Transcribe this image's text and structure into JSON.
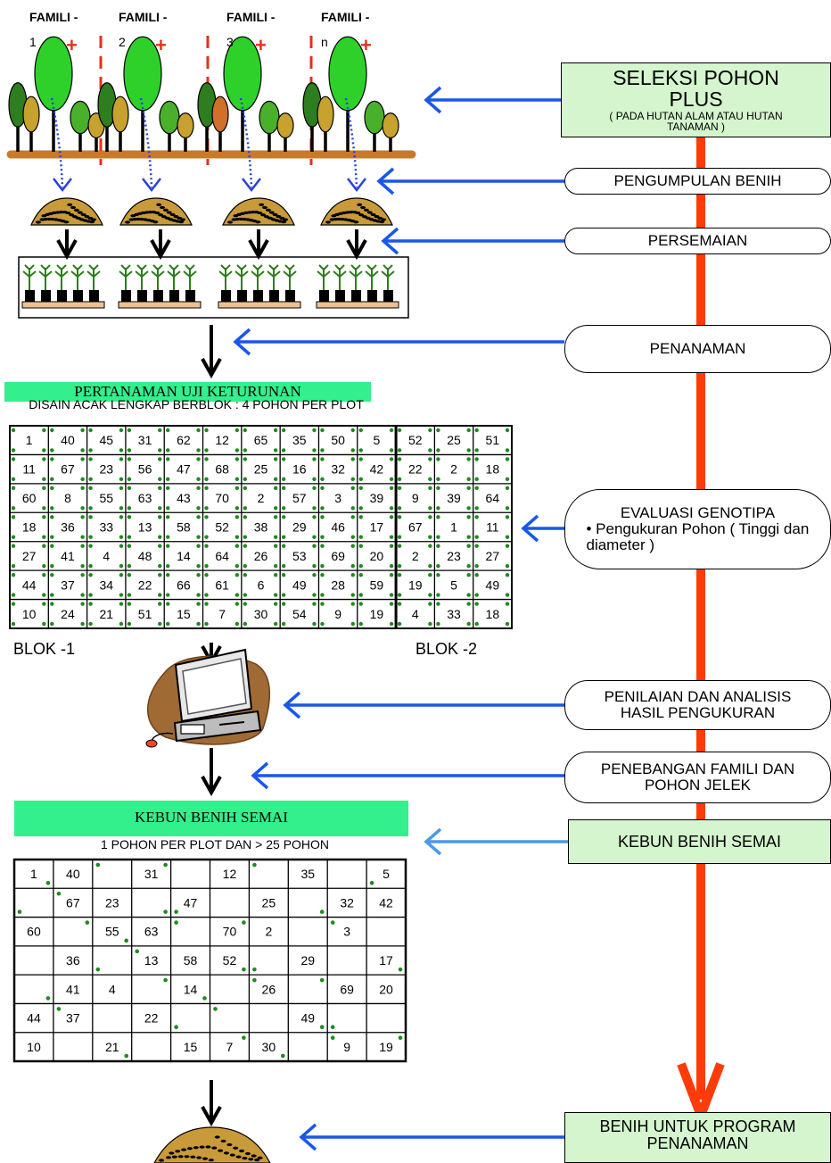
{
  "families": [
    {
      "label": "FAMILI -",
      "num": "1"
    },
    {
      "label": "FAMILI -",
      "num": "2"
    },
    {
      "label": "FAMILI -",
      "num": "3"
    },
    {
      "label": "FAMILI -",
      "num": "n"
    }
  ],
  "steps": {
    "seleksi": {
      "title": "SELEKSI POHON PLUS",
      "sub": "( PADA HUTAN ALAM ATAU HUTAN TANAMAN )"
    },
    "pengumpulan": "PENGUMPULAN BENIH",
    "persemaian": "PERSEMAIAN",
    "penanaman": "PENANAMAN",
    "evaluasi": {
      "title": "EVALUASI GENOTIPA",
      "item": "• Pengukuran Pohon ( Tinggi dan diameter )"
    },
    "penilaian": "PENILAIAN DAN ANALISIS HASIL PENGUKURAN",
    "penebangan": "PENEBANGAN FAMILI DAN POHON JELEK",
    "kebun": "KEBUN BENIH SEMAI",
    "benih": "BENIH UNTUK PROGRAM PENANAMAN"
  },
  "trial": {
    "title": "PERTANAMAN UJI KETURUNAN",
    "subtitle": "DISAIN ACAK LENGKAP BERBLOK : 4 POHON PER PLOT",
    "block1_label": "BLOK -1",
    "block2_label": "BLOK -2",
    "grid": [
      [
        "1",
        "40",
        "45",
        "31",
        "62",
        "12",
        "65",
        "35",
        "50",
        "5",
        "52",
        "25",
        "51"
      ],
      [
        "11",
        "67",
        "23",
        "56",
        "47",
        "68",
        "25",
        "16",
        "32",
        "42",
        "22",
        "2",
        "18"
      ],
      [
        "60",
        "8",
        "55",
        "63",
        "43",
        "70",
        "2",
        "57",
        "3",
        "39",
        "9",
        "39",
        "64"
      ],
      [
        "18",
        "36",
        "33",
        "13",
        "58",
        "52",
        "38",
        "29",
        "46",
        "17",
        "67",
        "1",
        "11"
      ],
      [
        "27",
        "41",
        "4",
        "48",
        "14",
        "64",
        "26",
        "53",
        "69",
        "20",
        "2",
        "23",
        "27"
      ],
      [
        "44",
        "37",
        "34",
        "22",
        "66",
        "61",
        "6",
        "49",
        "28",
        "59",
        "19",
        "5",
        "49"
      ],
      [
        "10",
        "24",
        "21",
        "51",
        "15",
        "7",
        "30",
        "54",
        "9",
        "19",
        "4",
        "33",
        "18"
      ]
    ]
  },
  "orchard": {
    "title": "KEBUN BENIH SEMAI",
    "subtitle": "1  POHON PER PLOT DAN > 25 POHON",
    "grid": [
      [
        "1",
        "40",
        "",
        "31",
        "",
        "12",
        "",
        "35",
        "",
        "5"
      ],
      [
        "",
        "67",
        "23",
        "",
        "47",
        "",
        "25",
        "",
        "32",
        "42"
      ],
      [
        "60",
        "",
        "55",
        "63",
        "",
        "70",
        "2",
        "",
        "3",
        ""
      ],
      [
        "",
        "36",
        "",
        "13",
        "58",
        "52",
        "",
        "29",
        "",
        "17"
      ],
      [
        "",
        "41",
        "4",
        "",
        "14",
        "",
        "26",
        "",
        "69",
        "20"
      ],
      [
        "44",
        "37",
        "",
        "22",
        "",
        "",
        "",
        "49",
        "",
        ""
      ],
      [
        "10",
        "",
        "21",
        "",
        "15",
        "7",
        "30",
        "",
        "9",
        "19"
      ]
    ]
  },
  "colors": {
    "arrow_blue": "#1a56e8",
    "arrow_light": "#4a9ae6",
    "spine": "#ff3b0a",
    "green_banner": "#33f08c",
    "box_fill": "#d4f5cd",
    "dot": "#1f8a1f",
    "dash": "#e4311a"
  }
}
